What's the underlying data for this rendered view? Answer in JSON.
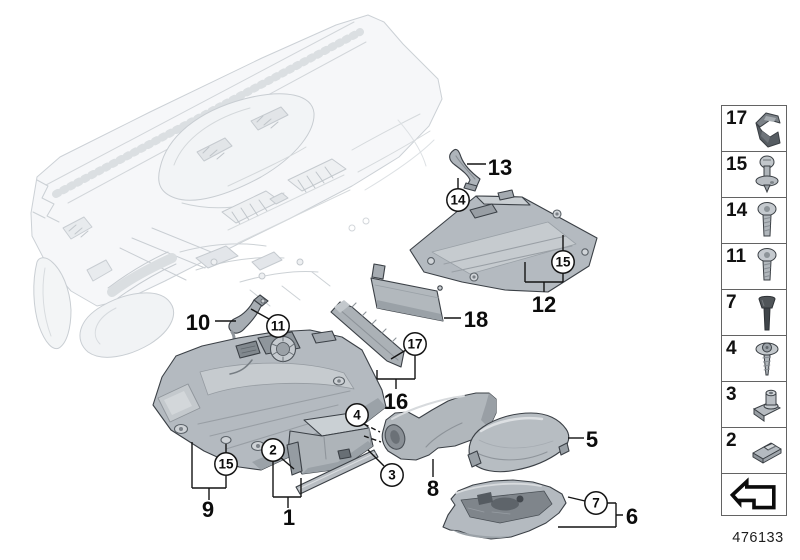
{
  "diagram": {
    "number": "476133",
    "title_hint": "instrument panel trim mounting parts, exploded view"
  },
  "callouts": {
    "plain": {
      "p1": "1",
      "p5": "5",
      "p6": "6",
      "p8": "8",
      "p9": "9",
      "p10": "10",
      "p12": "12",
      "p13": "13",
      "p16": "16",
      "p18": "18"
    },
    "circled": {
      "c2": "2",
      "c3": "3",
      "c4": "4",
      "c7": "7",
      "c11": "11",
      "c14": "14",
      "c15_upper": "15",
      "c15_lower": "15",
      "c17": "17"
    }
  },
  "sidebar": {
    "items": [
      {
        "label": "17",
        "icon": "spring-clip"
      },
      {
        "label": "15",
        "icon": "expanding-rivet"
      },
      {
        "label": "14",
        "icon": "pan-head-screw"
      },
      {
        "label": "11",
        "icon": "pan-head-screw"
      },
      {
        "label": "7",
        "icon": "expansion-pin"
      },
      {
        "label": "4",
        "icon": "washer-screw"
      },
      {
        "label": "3",
        "icon": "cage-nut"
      },
      {
        "label": "2",
        "icon": "speed-nut"
      }
    ],
    "footer_icon": "cross-reference-arrow"
  },
  "colors": {
    "part_fill": "#b4bac0",
    "part_shade": "#9aa1a7",
    "part_highlight": "#ccd1d5",
    "outline": "#3b4046",
    "ghost": "#cbd0d5",
    "callout": "#141414"
  }
}
